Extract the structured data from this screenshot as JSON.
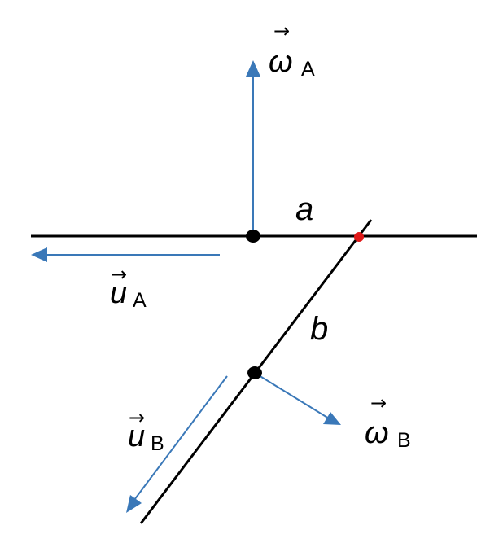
{
  "colors": {
    "line": "#000000",
    "vector": "#3a78b8",
    "intersection": "#e01919",
    "point": "#000000"
  },
  "labels": {
    "omega_A": {
      "symbol": "ω",
      "subscript": "A",
      "accent": "→"
    },
    "u_A": {
      "symbol": "u",
      "subscript": "A",
      "accent": "→"
    },
    "u_B": {
      "symbol": "u",
      "subscript": "B",
      "accent": "→"
    },
    "omega_B": {
      "symbol": "ω",
      "subscript": "B",
      "accent": "→"
    },
    "a": "a",
    "b": "b"
  }
}
